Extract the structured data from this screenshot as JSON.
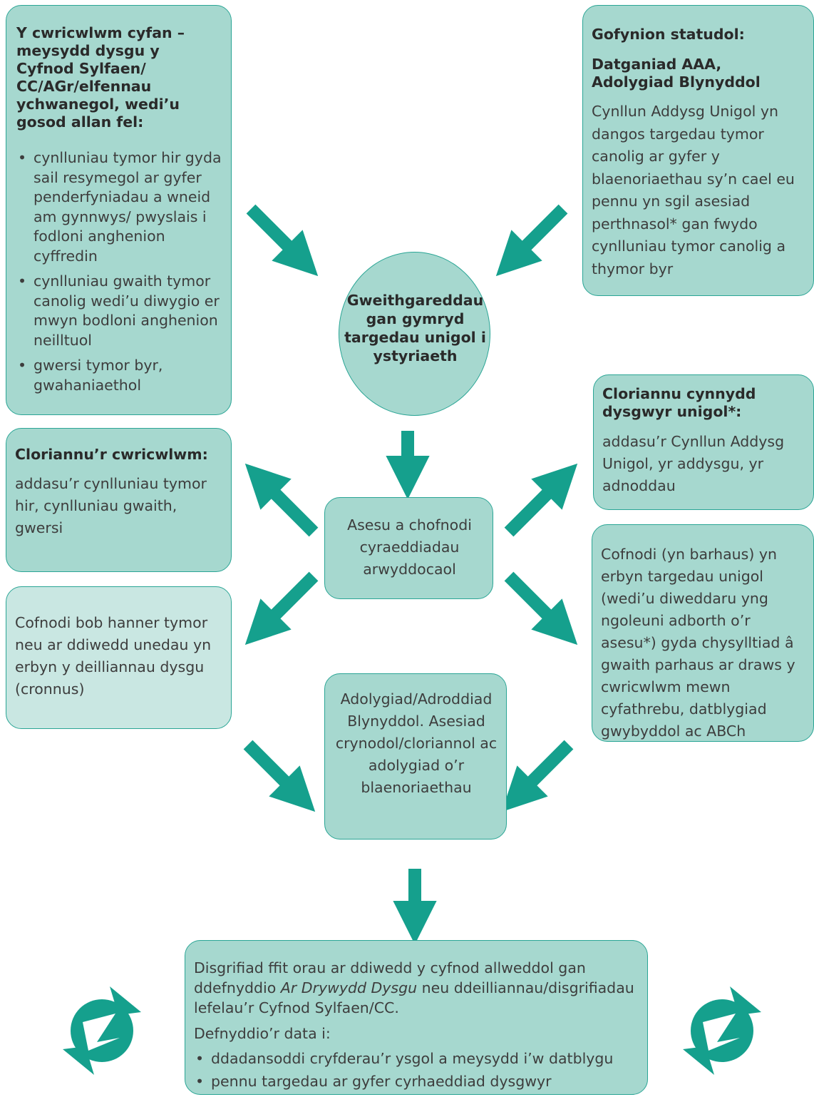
{
  "boxes": {
    "curriculum": {
      "title": "Y cwricwlwm cyfan – meysydd dysgu y Cyfnod Sylfaen/ CC/AGr/elfennau ychwanegol, wedi’u gosod allan fel:",
      "bullets": [
        "cynlluniau tymor hir gyda sail resymegol ar gyfer penderfyniadau a wneid am gynnwys/ pwyslais i fodloni anghenion cyffredin",
        "cynlluniau gwaith tymor canolig wedi’u diwygio er mwyn bodloni anghenion neilltuol",
        "gwersi tymor byr, gwahaniaethol"
      ]
    },
    "statutory": {
      "title": "Gofynion statudol:",
      "subtitle": "Datganiad AAA, Adolygiad Blynyddol",
      "body": "Cynllun Addysg Unigol yn dangos targedau tymor canolig ar gyfer y blaenoriaethau sy’n cael eu pennu yn sgil asesiad perthnasol* gan fwydo cynlluniau tymor canolig a thymor byr"
    },
    "activities": {
      "title": "Gweithgareddau gan gymryd targedau unigol i ystyriaeth"
    },
    "evaluate_curriculum": {
      "title": "Cloriannu’r cwricwlwm:",
      "body": "addasu’r cynlluniau tymor hir, cynlluniau gwaith, gwersi"
    },
    "evaluate_progress": {
      "title": "Cloriannu cynnydd dysgwyr unigol*:",
      "body": "addasu’r Cynllun Addysg Unigol, yr addysgu, yr adnoddau"
    },
    "assess": {
      "body": "Asesu a chofnodi cyraeddiadau arwyddocaol"
    },
    "record_half_term": {
      "body": "Cofnodi bob hanner tymor neu ar ddiwedd unedau yn erbyn y deilliannau dysgu (cronnus)"
    },
    "record_continuous": {
      "body": "Cofnodi (yn barhaus) yn erbyn targedau unigol (wedi’u diweddaru yng ngoleuni adborth o’r asesu*) gyda chysylltiad â gwaith parhaus ar draws y cwricwlwm mewn cyfathrebu, datblygiad gwybyddol ac ABCh"
    },
    "annual_review": {
      "body": "Adolygiad/Adroddiad Blynyddol. Asesiad crynodol/cloriannol ac adolygiad o’r blaenoriaethau"
    },
    "best_fit": {
      "para1_a": "Disgrifiad ffit orau ar ddiwedd y cyfnod allweddol gan ddefnyddio ",
      "para1_italic": "Ar Drywydd Dysgu",
      "para1_b": " neu ddeilliannau/disgrifiadau lefelau’r Cyfnod Sylfaen/CC.",
      "para2": "Defnyddio’r data i:",
      "bullets": [
        "ddadansoddi cryfderau’r ysgol a meysydd i’w datblygu",
        "pennu targedau ar gyfer cyrhaeddiad dysgwyr"
      ]
    }
  },
  "icons": [
    "cycle-icon-left",
    "cycle-icon-right"
  ],
  "colors": {
    "box_fill": "#a6d8cf",
    "box_fill_light": "#c9e7e2",
    "border": "#2aa595",
    "arrow": "#15a08d"
  }
}
